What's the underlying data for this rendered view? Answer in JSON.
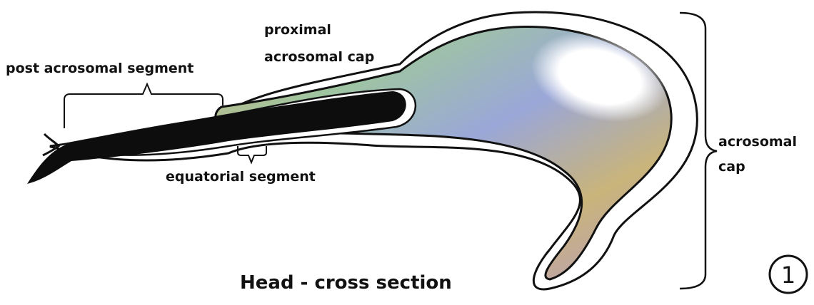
{
  "labels": {
    "post_acrosomal": "post acrosomal segment",
    "proximal_line1": "proximal",
    "proximal_line2": "acrosomal cap",
    "equatorial": "equatorial segment",
    "acrosomal_line1": "acrosomal",
    "acrosomal_line2": "cap",
    "title": "Head - cross section",
    "figure_number": "1"
  },
  "colors": {
    "outline": "#111111",
    "fill_gradient": [
      "#d6b07a",
      "#9fc5a0",
      "#9aa7d8",
      "#c9b47a",
      "#b79ac6"
    ],
    "highlight": "#ffffff"
  }
}
